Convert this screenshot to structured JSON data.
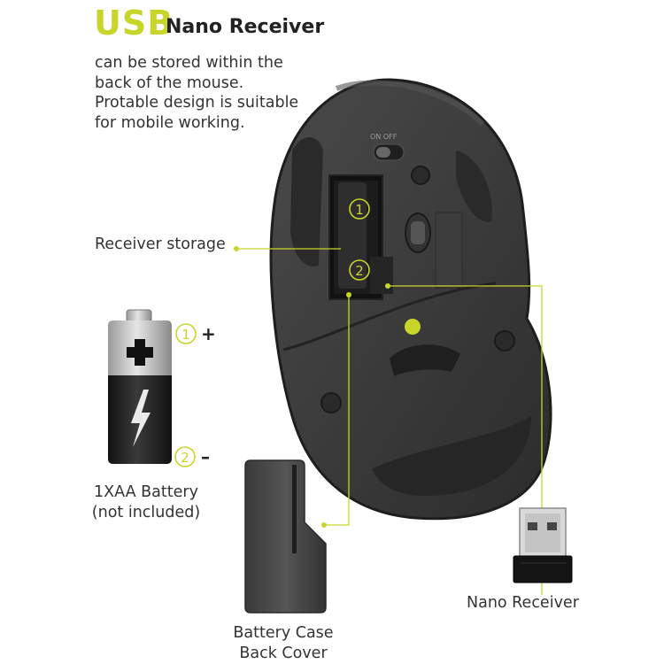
{
  "title": {
    "usb": "USB",
    "rest": "Nano Receiver"
  },
  "description": [
    "can be stored within the",
    "back of the mouse.",
    "Protable design is suitable",
    "for mobile working."
  ],
  "labels": {
    "receiver_storage": "Receiver storage",
    "battery": [
      "1XAA Battery",
      "(not included)"
    ],
    "cover": [
      "Battery Case",
      "Back Cover"
    ],
    "nano_receiver": "Nano Receiver"
  },
  "markers": {
    "one": "1",
    "two": "2",
    "plus": "+",
    "minus": "–"
  },
  "switch_label": "ON  OFF",
  "colors": {
    "accent": "#c8d62b",
    "mouse": "#3b3b3b",
    "text": "#222222"
  }
}
